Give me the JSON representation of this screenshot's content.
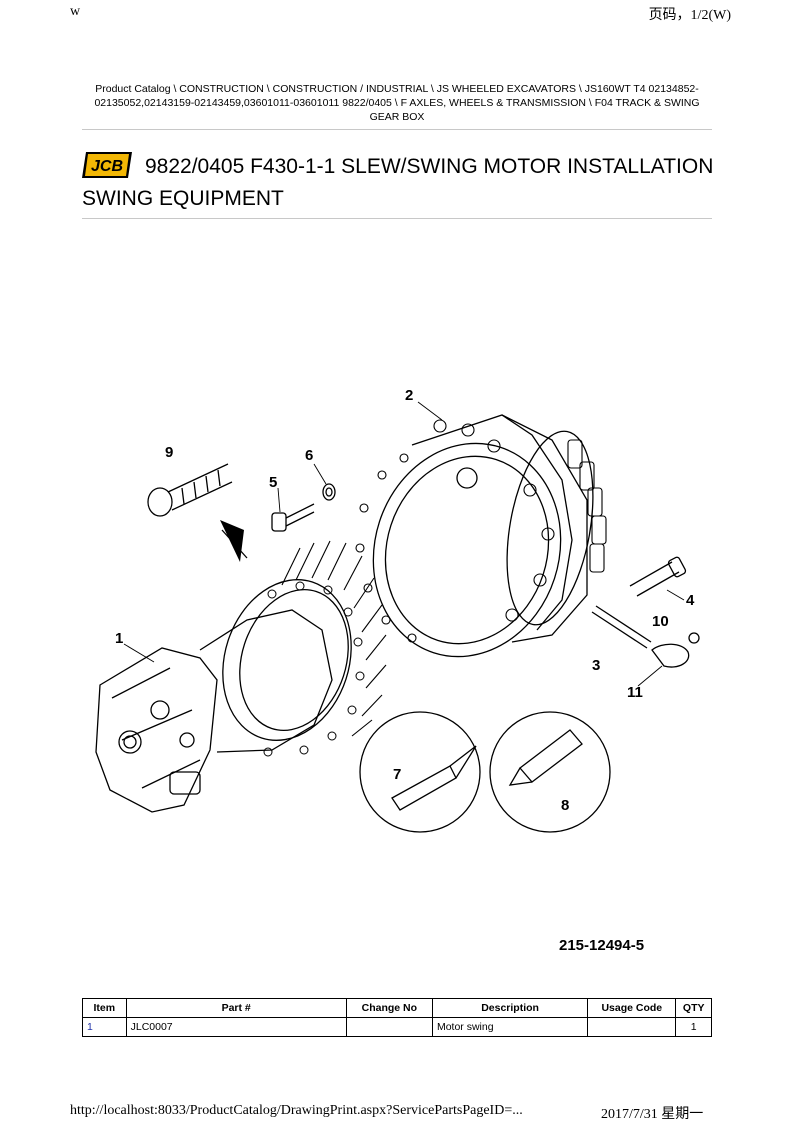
{
  "print_header": {
    "left": "w",
    "right": "页码，1/2(W)"
  },
  "breadcrumb": "Product Catalog  \\  CONSTRUCTION  \\  CONSTRUCTION / INDUSTRIAL  \\  JS WHEELED EXCAVATORS  \\  JS160WT T4 02134852-02135052,02143159-02143459,03601011-03601011 9822/0405  \\  F AXLES, WHEELS & TRANSMISSION  \\  F04 TRACK & SWING GEAR BOX",
  "brand": {
    "logo_text": "JCB"
  },
  "title": {
    "line1": "9822/0405 F430-1-1 SLEW/SWING MOTOR INSTALLATION",
    "line2": "SWING EQUIPMENT"
  },
  "diagram": {
    "callouts": [
      "1",
      "2",
      "3",
      "4",
      "5",
      "6",
      "7",
      "8",
      "9",
      "10",
      "11"
    ],
    "drawing_number": "215-12494-5"
  },
  "parts_table": {
    "headers": {
      "item": "Item",
      "part": "Part #",
      "change": "Change No",
      "description": "Description",
      "usage": "Usage Code",
      "qty": "QTY"
    },
    "rows": [
      {
        "item": "1",
        "part": "JLC0007",
        "change": "",
        "description": "Motor swing",
        "usage": "",
        "qty": "1"
      }
    ]
  },
  "print_footer": {
    "url": "http://localhost:8033/ProductCatalog/DrawingPrint.aspx?ServicePartsPageID=...",
    "date": "2017/7/31 星期一"
  }
}
